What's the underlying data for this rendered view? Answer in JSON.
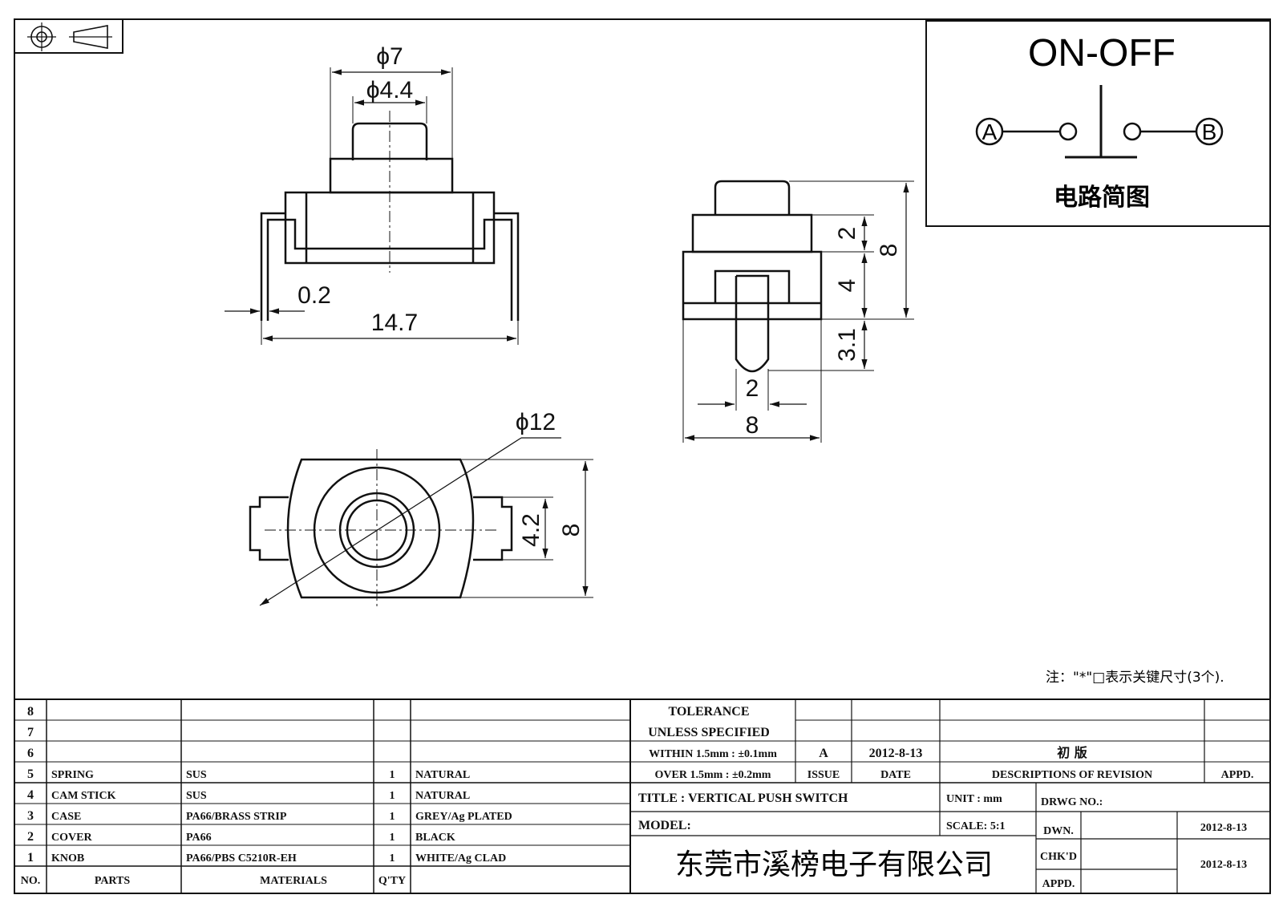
{
  "drawing": {
    "dims": {
      "knob_dia": "ϕ7",
      "stem_dia": "ϕ4.4",
      "pin_thickness": "0.2",
      "overall_width": "14.7",
      "base_dia": "ϕ12",
      "side_offset": "4.2",
      "base_height": "8",
      "side_knob": "2",
      "side_case": "4",
      "side_total": "8",
      "side_pin_len": "3.1",
      "side_pin_w": "2",
      "side_width": "8"
    },
    "note": "注：\"*\"□表示关键尺寸(3个)."
  },
  "circuit": {
    "title": "ON-OFF",
    "terminal_a": "A",
    "terminal_b": "B",
    "caption": "电路简图"
  },
  "title_block": {
    "parts_rows": [
      {
        "no": "8",
        "part": "",
        "material": "",
        "qty": "",
        "finish": ""
      },
      {
        "no": "7",
        "part": "",
        "material": "",
        "qty": "",
        "finish": ""
      },
      {
        "no": "6",
        "part": "",
        "material": "",
        "qty": "",
        "finish": ""
      },
      {
        "no": "5",
        "part": "SPRING",
        "material": "SUS",
        "qty": "1",
        "finish": "NATURAL"
      },
      {
        "no": "4",
        "part": "CAM STICK",
        "material": "SUS",
        "qty": "1",
        "finish": "NATURAL"
      },
      {
        "no": "3",
        "part": "CASE",
        "material": "PA66/BRASS STRIP",
        "qty": "1",
        "finish": "GREY/Ag PLATED"
      },
      {
        "no": "2",
        "part": "COVER",
        "material": "PA66",
        "qty": "1",
        "finish": "BLACK"
      },
      {
        "no": "1",
        "part": "KNOB",
        "material": "PA66/PBS C5210R-EH",
        "qty": "1",
        "finish": "WHITE/Ag CLAD"
      }
    ],
    "headers": {
      "no": "NO.",
      "parts": "PARTS",
      "materials": "MATERIALS",
      "qty": "Q'TY"
    },
    "tolerance": {
      "line1": "TOLERANCE",
      "line2": "UNLESS  SPECIFIED",
      "line3": "WITHIN 1.5mm : ±0.1mm",
      "line4": "OVER 1.5mm : ±0.2mm"
    },
    "revision": {
      "issue": "A",
      "date": "2012-8-13",
      "description": "初 版",
      "issue_label": "ISSUE",
      "date_label": "DATE",
      "desc_label": "DESCRIPTIONS OF REVISION",
      "appd_label": "APPD."
    },
    "title_label": "TITLE :  VERTICAL PUSH SWITCH",
    "unit_label": "UNIT :  mm",
    "drwg_label": "DRWG NO.:",
    "model_label": "MODEL:",
    "scale_label": "SCALE:  5:1",
    "dwn_label": "DWN.",
    "dwn_date": "2012-8-13",
    "chkd_label": "CHK'D",
    "chkd_date": "2012-8-13",
    "appd_label2": "APPD.",
    "company": "东莞市溪榜电子有限公司"
  }
}
